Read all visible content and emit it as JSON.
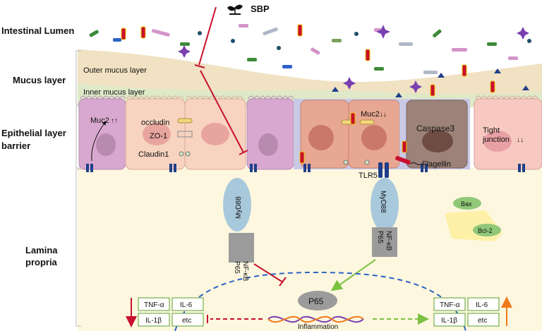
{
  "treatment": "SBP",
  "regions": {
    "lumen": "Intestinal Lumen",
    "mucus": "Mucus layer",
    "epithelial_line1": "Epithelial layer",
    "epithelial_line2": "barrier",
    "lamina_line1": "Lamina",
    "lamina_line2": "propria"
  },
  "mucus_labels": {
    "outer": "Outer mucus layer",
    "inner": "Inner mucus layer"
  },
  "cell_labels": {
    "muc2_left": "Muc2",
    "occludin": "occludin",
    "zo1": "ZO-1",
    "claudin1": "Claudin1",
    "muc2_right": "Muc2",
    "caspase3": "Caspase3",
    "tight_junction_line1": "Tight",
    "tight_junction_line2": "junction"
  },
  "receptors": {
    "tlr5": "TLR5",
    "flagellin": "Flagellin"
  },
  "signaling": {
    "myd88_left": "MyD88",
    "nfkb_left_line1": "NF-κB",
    "nfkb_left_line2": "P65",
    "myd88_right": "MyD88",
    "nfkb_right_line1": "NF-κB",
    "nfkb_right_line2": "P65",
    "p65_nucleus": "P65",
    "bax": "Bax",
    "bcl2": "Bcl-2"
  },
  "cytokines_left": [
    "TNF-α",
    "IL-6",
    "IL-1β",
    "etc"
  ],
  "cytokines_right": [
    "TNF-α",
    "IL-6",
    "IL-1β",
    "etc"
  ],
  "dna_label": "Inflammation",
  "colors": {
    "inhibit": "#c8102e",
    "promote": "#7cc142",
    "increase": "#f07a1a",
    "nucleus_border": "#2d63c8",
    "myd88": "#a8c8dc",
    "nfkb": "#9b9b9b",
    "cytokine_border": "#5aa02c"
  }
}
